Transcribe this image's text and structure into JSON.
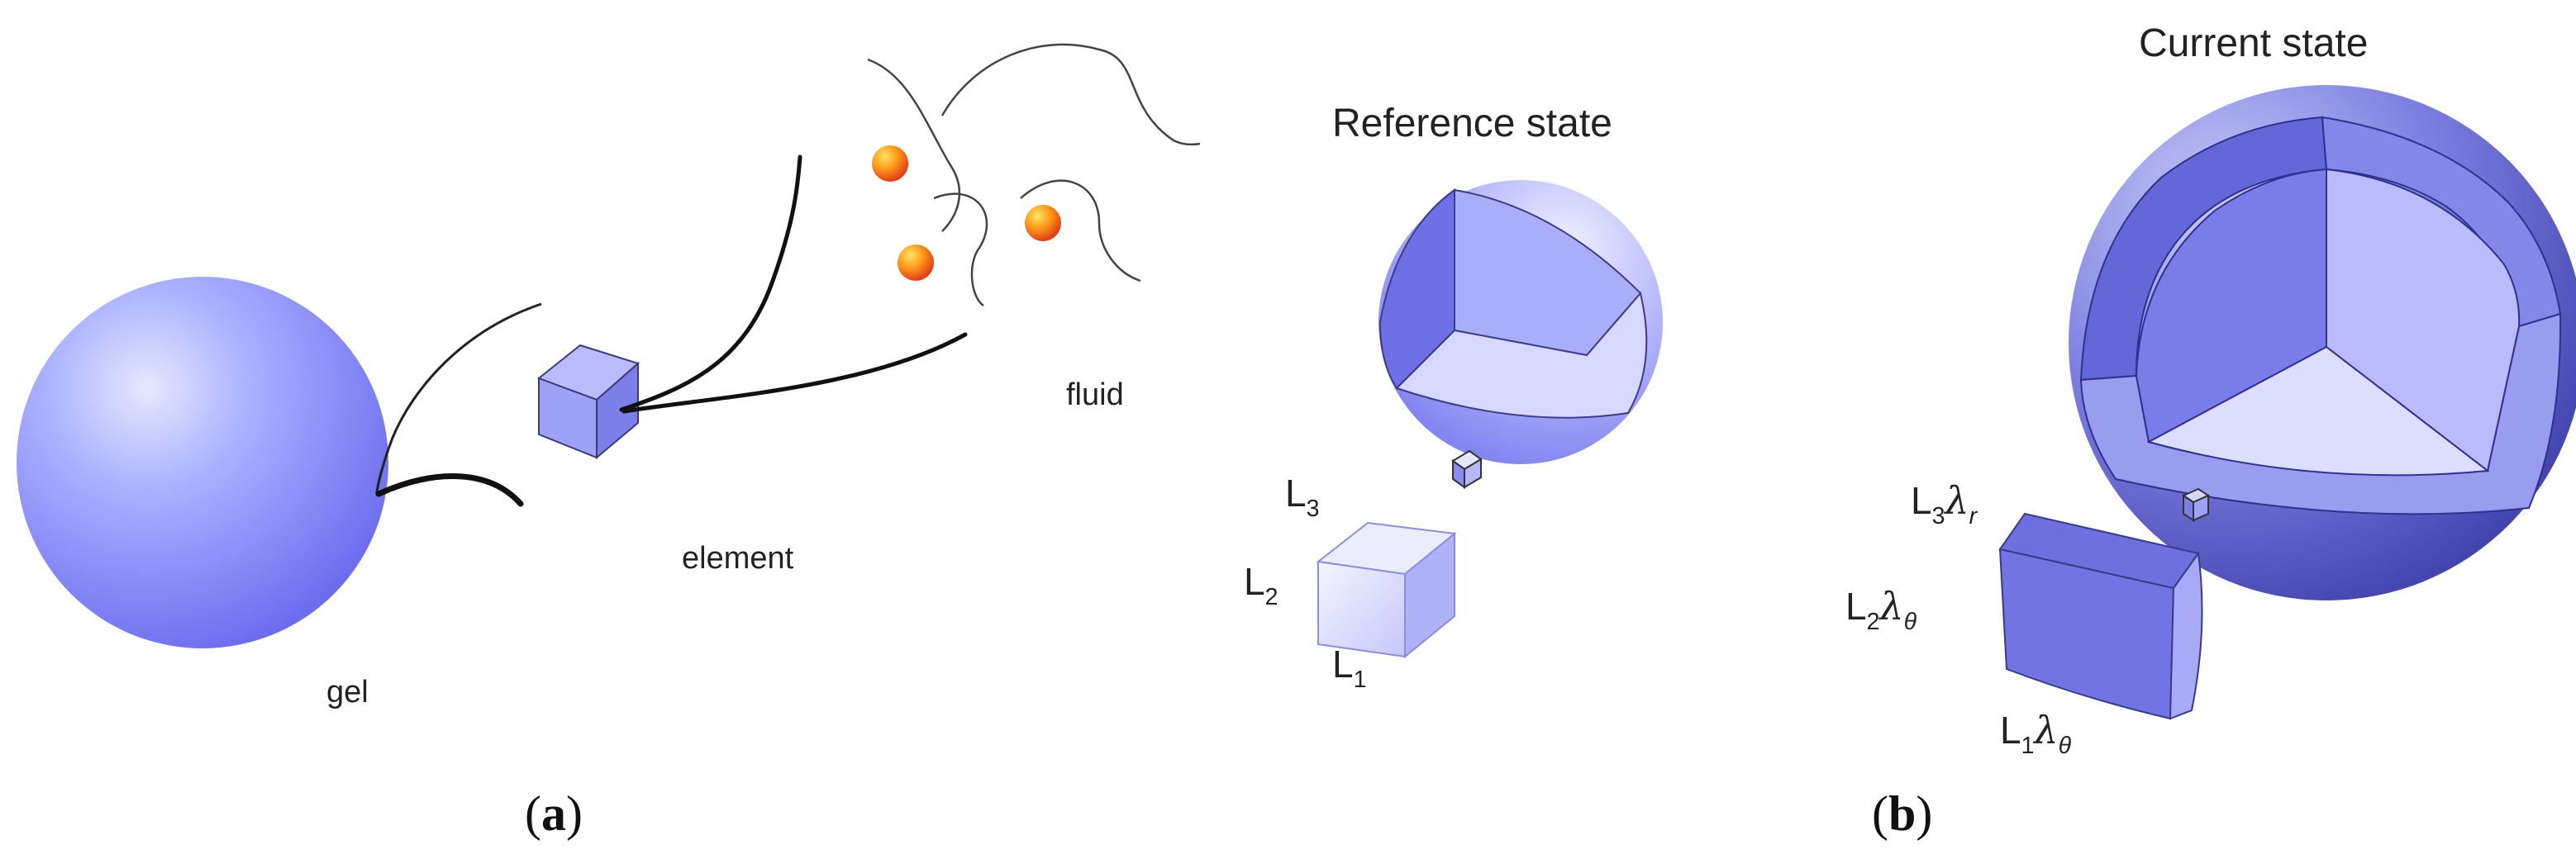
{
  "panel_a": {
    "labels": {
      "gel": "gel",
      "element": "element",
      "fluid": "fluid"
    },
    "panel_label": {
      "open": "(",
      "letter": "a",
      "close": ")"
    }
  },
  "panel_b": {
    "reference_title": "Reference state",
    "current_title": "Current state",
    "reference_dims": [
      {
        "base": "L",
        "sub": "3"
      },
      {
        "base": "L",
        "sub": "2"
      },
      {
        "base": "L",
        "sub": "1"
      }
    ],
    "current_dims": [
      {
        "base": "L",
        "sub": "3",
        "stretch": "λ",
        "stretch_sub": "r"
      },
      {
        "base": "L",
        "sub": "2",
        "stretch": "λ",
        "stretch_sub": "θ"
      },
      {
        "base": "L",
        "sub": "1",
        "stretch": "λ",
        "stretch_sub": "θ"
      }
    ],
    "panel_label": {
      "open": "(",
      "letter": "b",
      "close": ")"
    }
  },
  "colors": {
    "gel_light": "#d8dcff",
    "gel_mid": "#8f8ff6",
    "gel_dark": "#5a5ae0",
    "particle": "#ff8a00",
    "particle_dark": "#e6491a",
    "chain": "#222222"
  }
}
